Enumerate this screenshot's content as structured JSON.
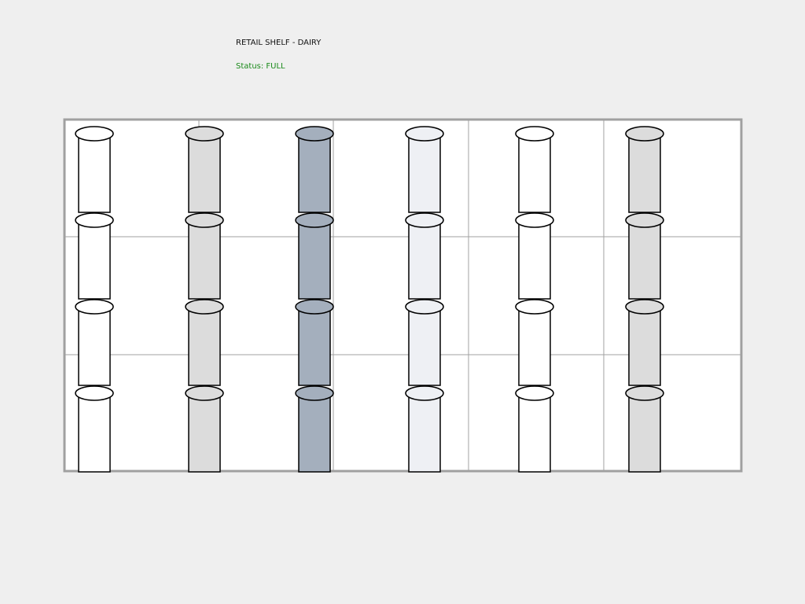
{
  "header": {
    "title": "RETAIL SHELF - DAIRY",
    "status": "Status: FULL",
    "status_color": "#1a8a1a"
  },
  "shelf": {
    "frame_color": "#a0a0a0",
    "divider_color": "#a0a0a0",
    "background": "#ffffff",
    "rows": 4,
    "columns": [
      {
        "product": "white-can",
        "fill": "#ffffff"
      },
      {
        "product": "light-gray-can",
        "fill": "#dcdcdc"
      },
      {
        "product": "slate-blue-can",
        "fill": "#a4afbd"
      },
      {
        "product": "pale-blue-can",
        "fill": "#eef0f4"
      },
      {
        "product": "white-can",
        "fill": "#ffffff"
      },
      {
        "product": "light-gray-can",
        "fill": "#dcdcdc"
      }
    ]
  }
}
